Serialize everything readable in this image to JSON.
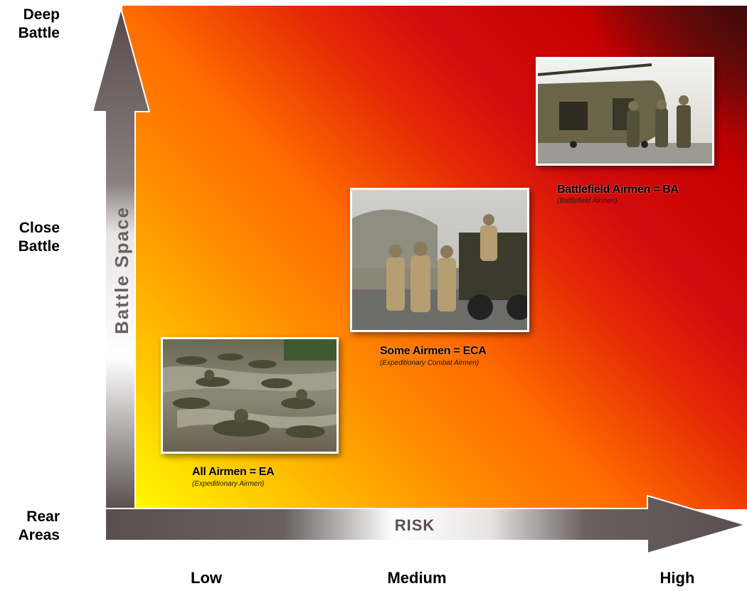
{
  "y_axis": {
    "title": "Battle Space",
    "levels": [
      {
        "line1": "Deep",
        "line2": "Battle"
      },
      {
        "line1": "Close",
        "line2": "Battle"
      },
      {
        "line1": "Rear",
        "line2": "Areas"
      }
    ]
  },
  "x_axis": {
    "title": "RISK",
    "levels": [
      "Low",
      "Medium",
      "High"
    ]
  },
  "groups": [
    {
      "title": "All Airmen = EA",
      "subtitle": "(Expeditionary Airmen)",
      "photo": "soldiers-crawling-in-mud-photo"
    },
    {
      "title": "Some Airmen = ECA",
      "subtitle": "(Expeditionary Combat Airmen)",
      "photo": "soldiers-by-humvee-photo"
    },
    {
      "title": "Battlefield Airmen = BA",
      "subtitle": "(Battlefield Airmen)",
      "photo": "soldiers-by-helicopter-photo"
    }
  ],
  "colors": {
    "low_risk": "#ffff00",
    "medium_risk": "#ff7a00",
    "high_risk": "#c80000",
    "arrow": "#5a4f4f"
  }
}
